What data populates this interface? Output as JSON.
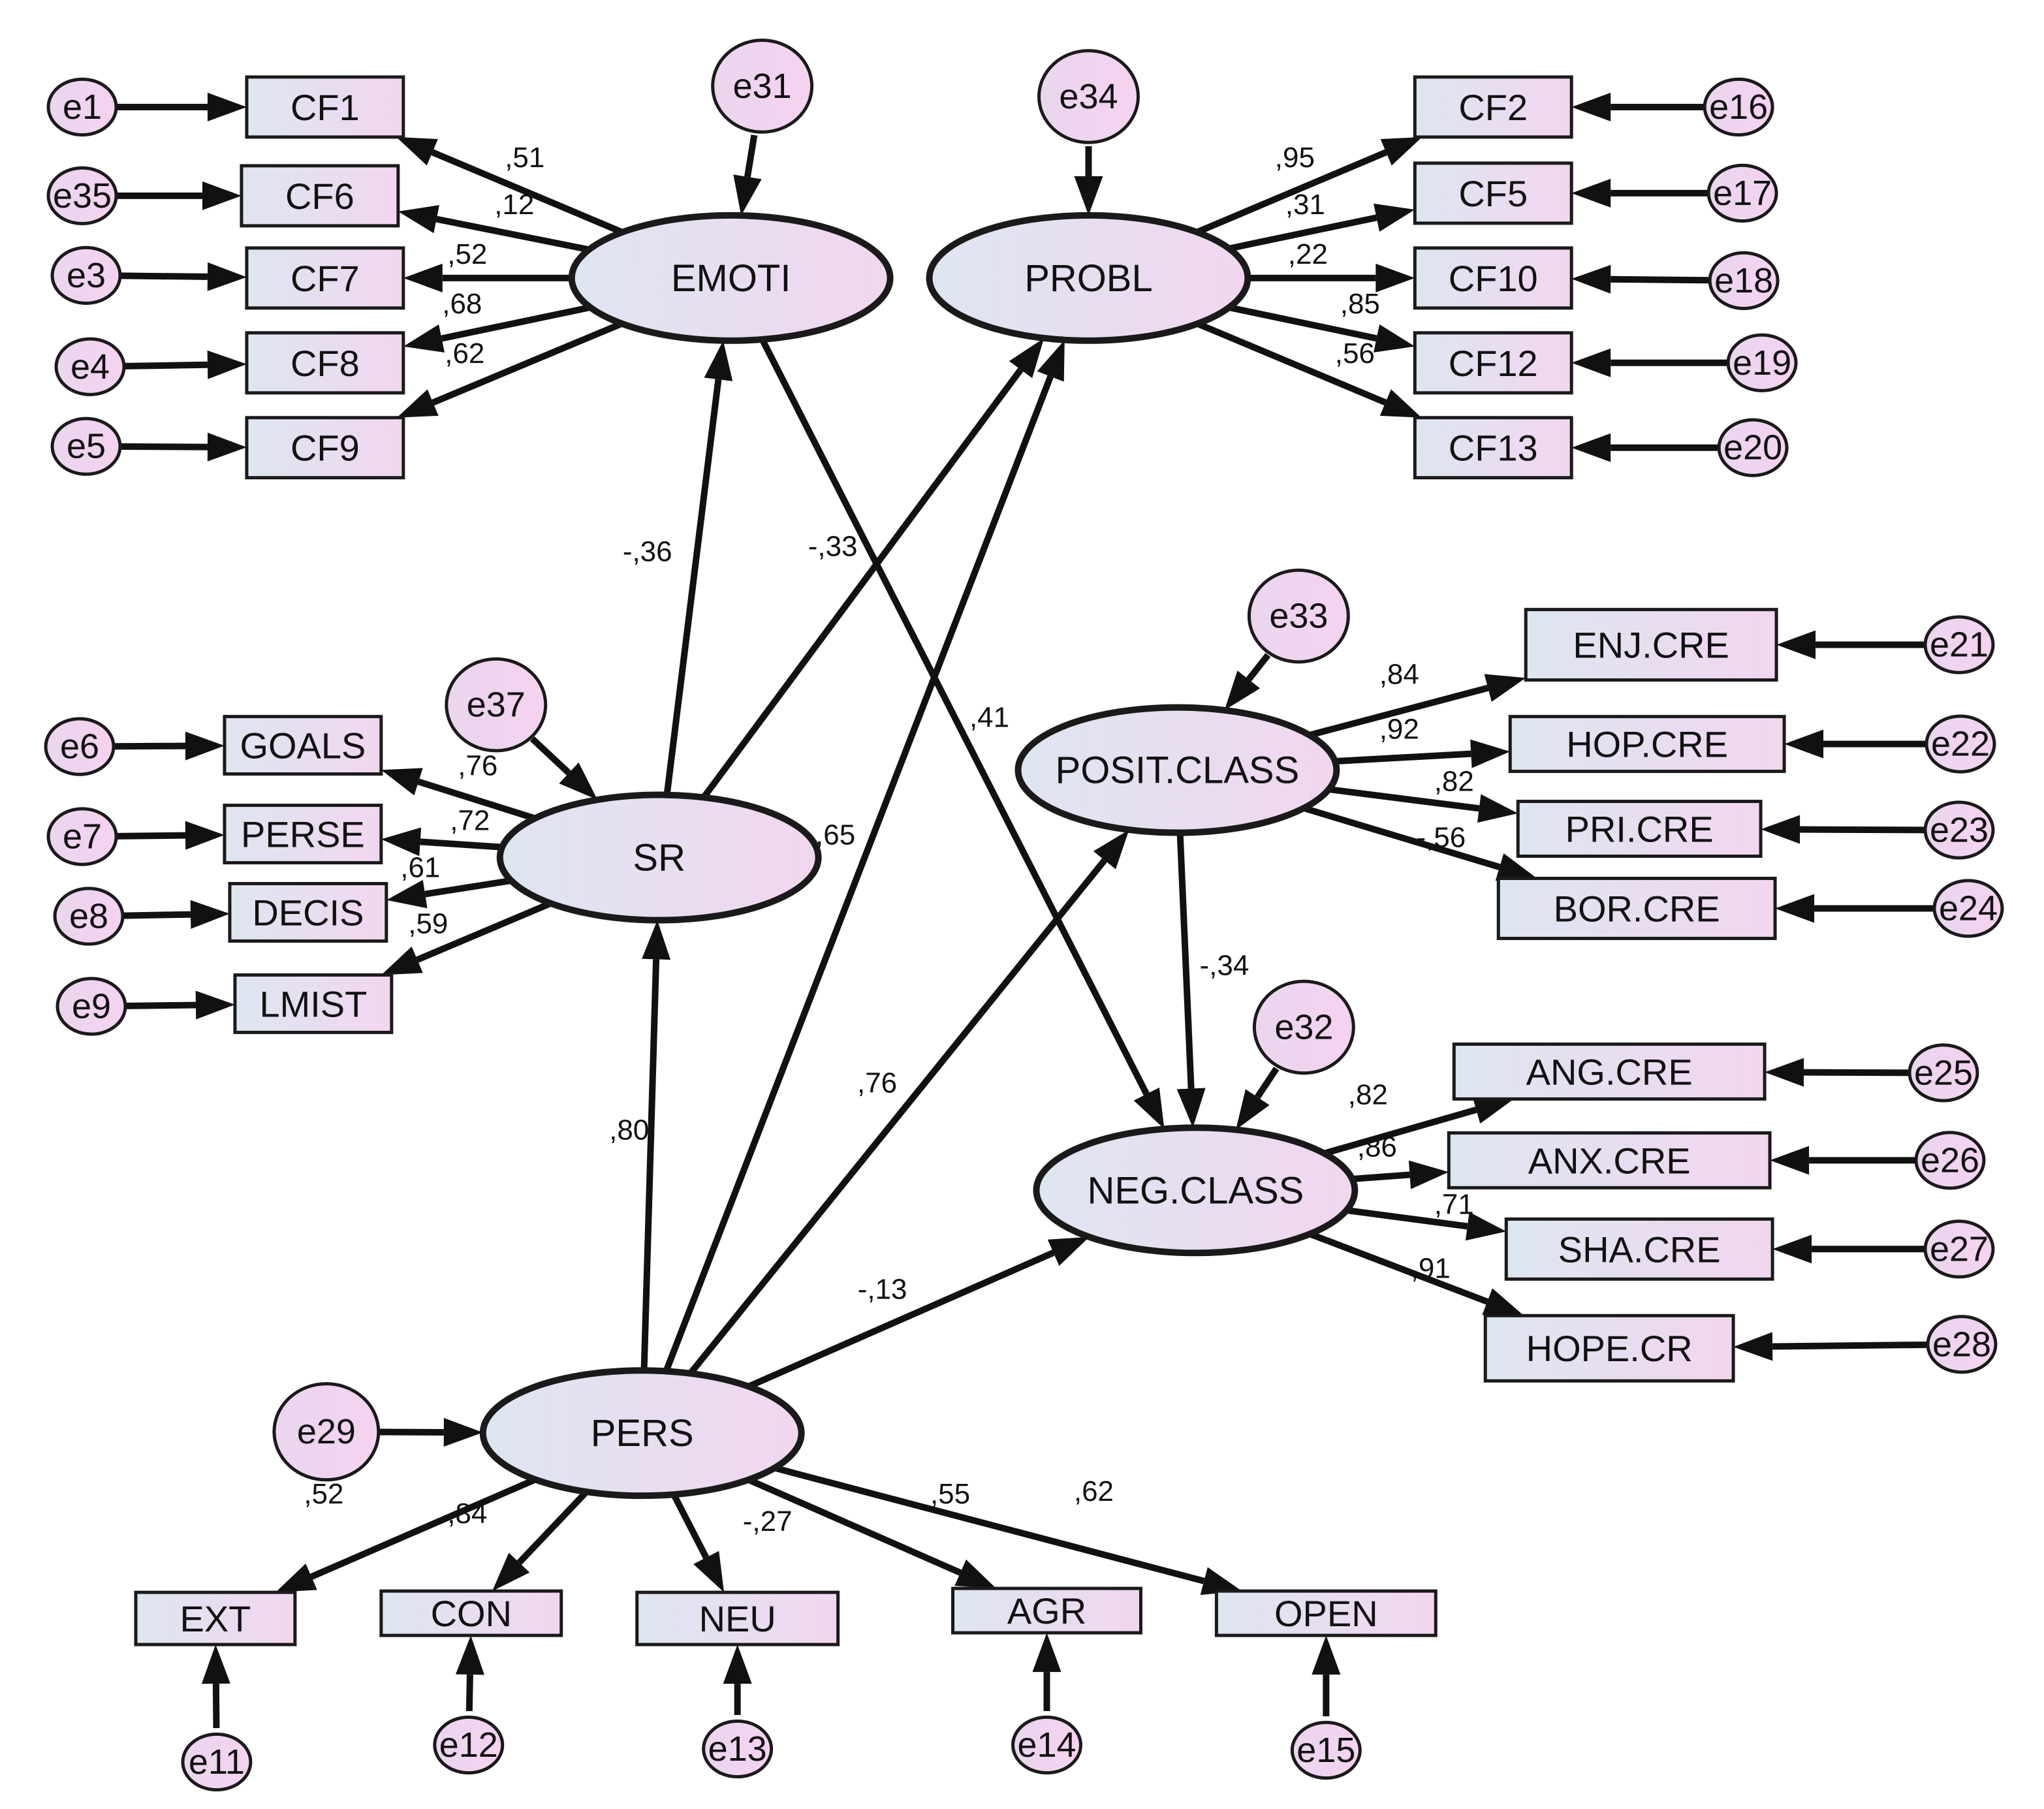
{
  "diagram": {
    "colors": {
      "fill_start": "#dde6f0",
      "fill_end": "#f2d6f0",
      "stroke": "#1a1a1a"
    },
    "latents": {
      "emoti": "EMOTI",
      "probl": "PROBL",
      "sr": "SR",
      "posit": "POSIT.CLASS",
      "neg": "NEG.CLASS",
      "pers": "PERS"
    },
    "observed": {
      "cf1": "CF1",
      "cf6": "CF6",
      "cf7": "CF7",
      "cf8": "CF8",
      "cf9": "CF9",
      "cf2": "CF2",
      "cf5": "CF5",
      "cf10": "CF10",
      "cf12": "CF12",
      "cf13": "CF13",
      "goals": "GOALS",
      "perse": "PERSE",
      "decis": "DECIS",
      "lmist": "LMIST",
      "enj": "ENJ.CRE",
      "hop": "HOP.CRE",
      "pri": "PRI.CRE",
      "bor": "BOR.CRE",
      "ang": "ANG.CRE",
      "anx": "ANX.CRE",
      "sha": "SHA.CRE",
      "hope": "HOPE.CR",
      "ext": "EXT",
      "con": "CON",
      "neu": "NEU",
      "agr": "AGR",
      "open": "OPEN"
    },
    "errors": {
      "e1": "e1",
      "e35": "e35",
      "e3": "e3",
      "e4": "e4",
      "e5": "e5",
      "e16": "e16",
      "e17": "e17",
      "e18": "e18",
      "e19": "e19",
      "e20": "e20",
      "e31": "e31",
      "e34": "e34",
      "e33": "e33",
      "e32": "e32",
      "e37": "e37",
      "e6": "e6",
      "e7": "e7",
      "e8": "e8",
      "e9": "e9",
      "e21": "e21",
      "e22": "e22",
      "e23": "e23",
      "e24": "e24",
      "e25": "e25",
      "e26": "e26",
      "e27": "e27",
      "e28": "e28",
      "e29": "e29",
      "e11": "e11",
      "e12": "e12",
      "e13": "e13",
      "e14": "e14",
      "e15": "e15"
    },
    "coefficients": {
      "emoti_cf1": ",51",
      "emoti_cf6": ",12",
      "emoti_cf7": ",52",
      "emoti_cf8": ",68",
      "emoti_cf9": ",62",
      "probl_cf2": ",95",
      "probl_cf5": ",31",
      "probl_cf10": ",22",
      "probl_cf12": ",85",
      "probl_cf13": ",56",
      "sr_goals": ",76",
      "sr_perse": ",72",
      "sr_decis": ",61",
      "sr_lmist": ",59",
      "posit_enj": ",84",
      "posit_hop": ",92",
      "posit_pri": ",82",
      "posit_bor": "-,56",
      "neg_ang": ",82",
      "neg_anx": ",86",
      "neg_sha": ",71",
      "neg_hope": ",91",
      "pers_ext": ",52",
      "pers_con": ",84",
      "pers_neu": "-,27",
      "pers_agr": ",55",
      "pers_open": ",62",
      "sr_emoti": "-,36",
      "sr_probl": "-,33",
      "emoti_neg": ",41",
      "pers_probl": ",65",
      "pers_sr": ",80",
      "pers_posit": ",76",
      "pers_neg": "-,13",
      "posit_neg": "-,34"
    }
  }
}
